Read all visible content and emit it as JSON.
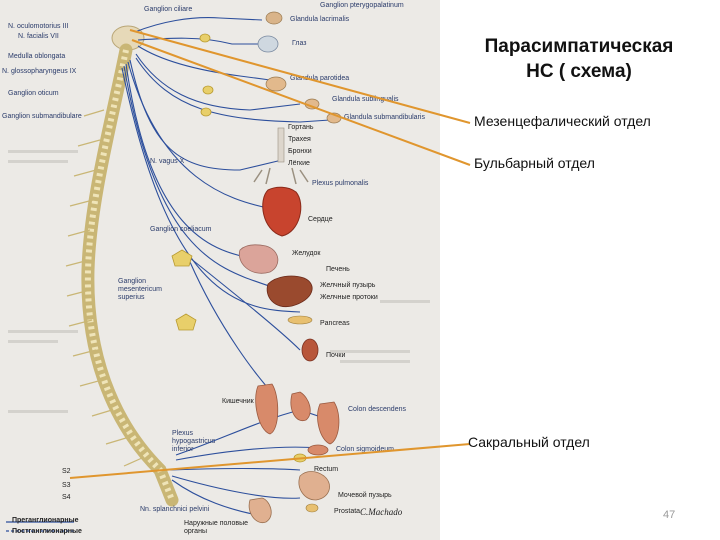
{
  "slide": {
    "title_line1": "Парасимпатическая",
    "title_line2": "НС ( схема)",
    "labels": {
      "mesencephalic": "Мезенцефалический отдел",
      "bulbar": "Бульбарный отдел",
      "sacral": "Сакральный отдел"
    },
    "page_number": "47",
    "colors": {
      "pointer_line": "#e0962e",
      "nerve_blue": "#2d4f9c",
      "spine": "#d8c88a"
    }
  },
  "figure": {
    "nerves_left": {
      "n_oculomotorius": "N. oculomotorius III",
      "n_facialis": "N. facialis VII",
      "medulla": "Medulla oblongata",
      "n_glossopharyngeus": "N. glossopharyngeus IX",
      "ganglion_oticum": "Ganglion oticum",
      "ganglion_submandibulare": "Ganglion submandibulare",
      "n_vagus": "N. vagus X",
      "ganglion_coeliacum": "Ganglion coeliacum",
      "ganglion_mesentericum": "Ganglion mesentericum superius",
      "plexus_hypogastricus": "Plexus hypogastricus inferior",
      "s2": "S2",
      "s3": "S3",
      "s4": "S4",
      "nn_splanchnici": "Nn. splanchnici pelvini"
    },
    "top": {
      "ganglion_ciliare": "Ganglion ciliare",
      "ganglion_pterygopalatinum": "Ganglion pterygopalatinum",
      "glandula_lacrimalis": "Glandula lacrimalis",
      "glaz": "Глаз",
      "glandula_parotidea": "Glandula parotidea",
      "glandula_sublingualis": "Glandula sublingualis",
      "glandula_submandibularis": "Glandula submandibularis"
    },
    "organs": {
      "gortan": "Гортань",
      "trahea": "Трахея",
      "bronhi": "Бронхи",
      "legkie": "Лёгкие",
      "plexus_pulmonalis": "Plexus pulmonalis",
      "serdce": "Сердце",
      "zheludok": "Желудок",
      "pechen": "Печень",
      "zhelchny_puzyr": "Желчный пузырь",
      "zhelchnye_protoki": "Желчные протоки",
      "pancreas": "Pancreas",
      "pochki": "Почки",
      "kishechnik": "Кишечник",
      "colon_descendens": "Colon descendens",
      "colon_sigmoideum": "Colon sigmoideum",
      "rectum": "Rectum",
      "mochevoy_puzyr": "Мочевой пузырь",
      "prostata": "Prostata",
      "naruzhnye": "Наружные половые органы"
    },
    "legend": {
      "preganglionic": "Преганглионарные",
      "postganglionic": "Постганглионарные"
    },
    "signature": "C.Machado"
  }
}
